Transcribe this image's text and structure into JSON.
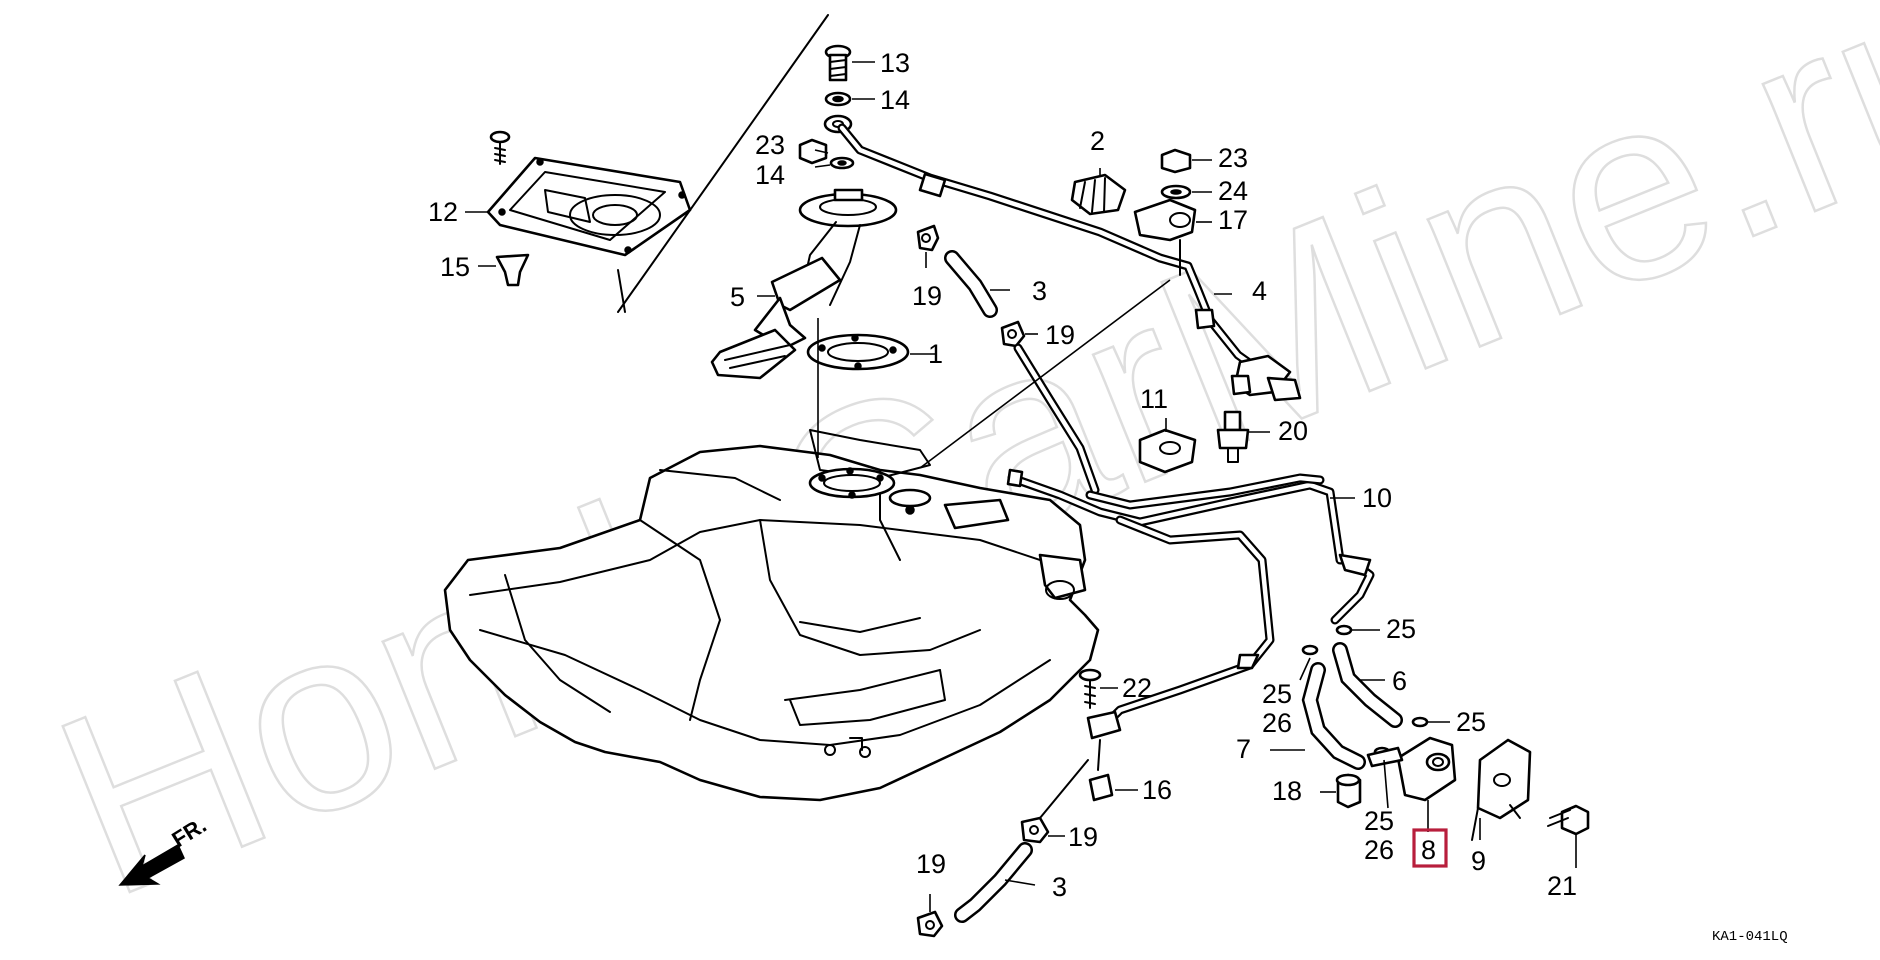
{
  "callouts": [
    {
      "id": "13",
      "label": "13"
    },
    {
      "id": "14a",
      "label": "14"
    },
    {
      "id": "23a",
      "label": "23"
    },
    {
      "id": "14b",
      "label": "14"
    },
    {
      "id": "12",
      "label": "12"
    },
    {
      "id": "15",
      "label": "15"
    },
    {
      "id": "5",
      "label": "5"
    },
    {
      "id": "19a",
      "label": "19"
    },
    {
      "id": "3a",
      "label": "3"
    },
    {
      "id": "19b",
      "label": "19"
    },
    {
      "id": "1",
      "label": "1"
    },
    {
      "id": "2",
      "label": "2"
    },
    {
      "id": "23b",
      "label": "23"
    },
    {
      "id": "24",
      "label": "24"
    },
    {
      "id": "17",
      "label": "17"
    },
    {
      "id": "4",
      "label": "4"
    },
    {
      "id": "11",
      "label": "11"
    },
    {
      "id": "20",
      "label": "20"
    },
    {
      "id": "10",
      "label": "10"
    },
    {
      "id": "25a",
      "label": "25"
    },
    {
      "id": "6",
      "label": "6"
    },
    {
      "id": "25b",
      "label": "25"
    },
    {
      "id": "26a",
      "label": "26"
    },
    {
      "id": "25c",
      "label": "25"
    },
    {
      "id": "22",
      "label": "22"
    },
    {
      "id": "7",
      "label": "7"
    },
    {
      "id": "18",
      "label": "18"
    },
    {
      "id": "16",
      "label": "16"
    },
    {
      "id": "25d",
      "label": "25"
    },
    {
      "id": "26b",
      "label": "26"
    },
    {
      "id": "8",
      "label": "8",
      "highlighted": true
    },
    {
      "id": "9",
      "label": "9"
    },
    {
      "id": "21",
      "label": "21"
    },
    {
      "id": "19c",
      "label": "19"
    },
    {
      "id": "19d",
      "label": "19"
    },
    {
      "id": "3b",
      "label": "3"
    }
  ],
  "direction_label": "FR.",
  "diagram_code": "KA1-041LQ",
  "watermark_text": "HondaCarMine.ru",
  "colors": {
    "line": "#000000",
    "highlight": "#b81e3c",
    "watermark": "#dedede"
  }
}
